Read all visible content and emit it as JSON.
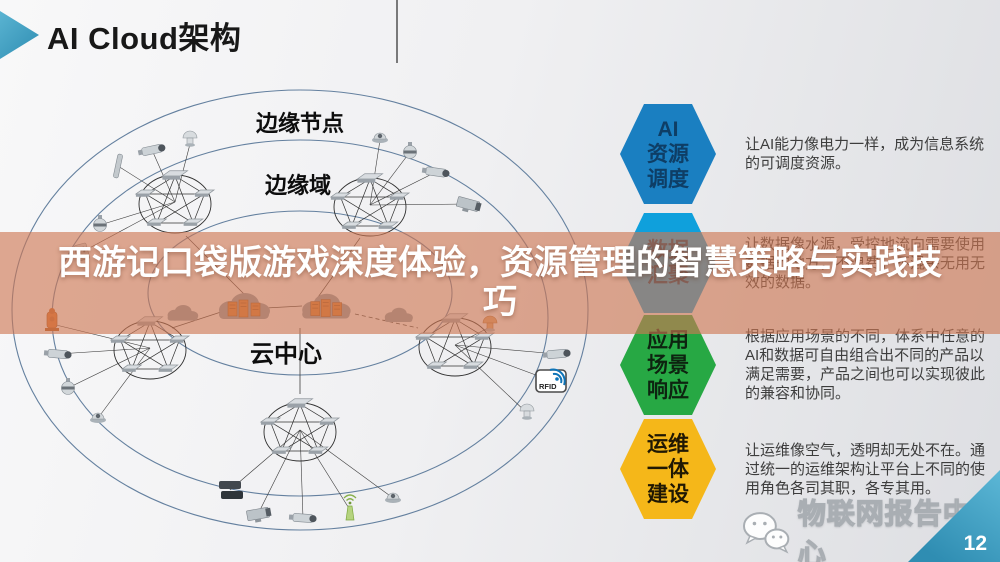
{
  "header": {
    "title": "AI Cloud架构"
  },
  "overlay": {
    "title": "西游记口袋版游戏深度体验，资源管理的智慧策略与实践技巧",
    "tint_color": "#ce7752"
  },
  "diagram": {
    "labels": {
      "edge_node": "边缘节点",
      "edge_domain": "边缘域",
      "cloud_center": "云中心"
    },
    "rfid_label": "RFID"
  },
  "features": [
    {
      "badge_lines": [
        "AI",
        "资源",
        "调度"
      ],
      "badge_color": "#1a7fc1",
      "badge_text_color": "#0e3e66",
      "description": "让AI能力像电力一样，成为信息系统的可调度资源。"
    },
    {
      "badge_lines": [
        "数据",
        "汇聚"
      ],
      "badge_color": "#0fa0dc",
      "badge_text_color": "#0d3a5c",
      "description": "让数据像水源，受控地流向需要使用数据的地方，不浪费，不混杂无用无效的数据。"
    },
    {
      "badge_lines": [
        "应用",
        "场景",
        "响应"
      ],
      "badge_color": "#27a844",
      "badge_text_color": "#0d2410",
      "description": "根据应用场景的不同，体系中任意的AI和数据可自由组合出不同的产品以满足需要，产品之间也可以实现彼此的兼容和协同。"
    },
    {
      "badge_lines": [
        "运维",
        "一体",
        "建设"
      ],
      "badge_color": "#f5b719",
      "badge_text_color": "#201803",
      "description": "让运维像空气，透明却无处不在。通过统一的运维架构让平台上不同的使用角色各司其职，各专其用。"
    }
  ],
  "footer": {
    "watermark": "物联网报告中心",
    "page_number": "12"
  },
  "colors": {
    "accent_teal": "#3e9fc2",
    "ellipse_stroke": "#64809f"
  }
}
